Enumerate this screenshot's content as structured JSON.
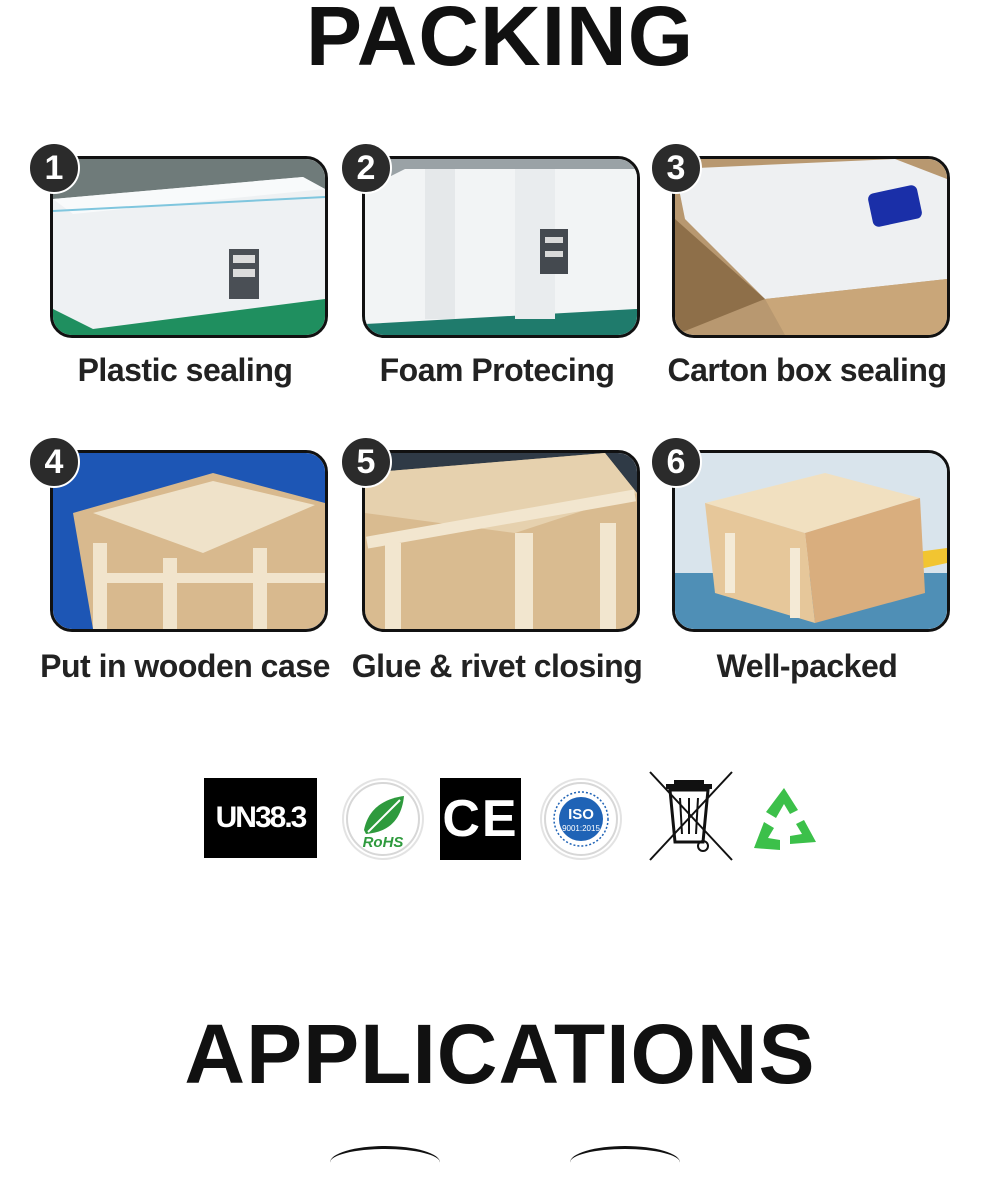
{
  "packing": {
    "title": "PACKING",
    "steps": [
      {
        "number": "1",
        "label": "Plastic sealing"
      },
      {
        "number": "2",
        "label": "Foam Protecing"
      },
      {
        "number": "3",
        "label": "Carton box sealing"
      },
      {
        "number": "4",
        "label": "Put in wooden case"
      },
      {
        "number": "5",
        "label": "Glue & rivet closing"
      },
      {
        "number": "6",
        "label": "Well-packed"
      }
    ]
  },
  "certifications": {
    "un": "UN38.3",
    "rohs": "RoHS",
    "ce": "CE",
    "iso_top": "ISO",
    "iso_sub": "9001:2015",
    "icons": [
      "un38.3-badge",
      "rohs-badge",
      "ce-mark",
      "iso-badge",
      "weee-bin-icon",
      "recycle-icon"
    ]
  },
  "applications": {
    "title": "APPLICATIONS"
  }
}
